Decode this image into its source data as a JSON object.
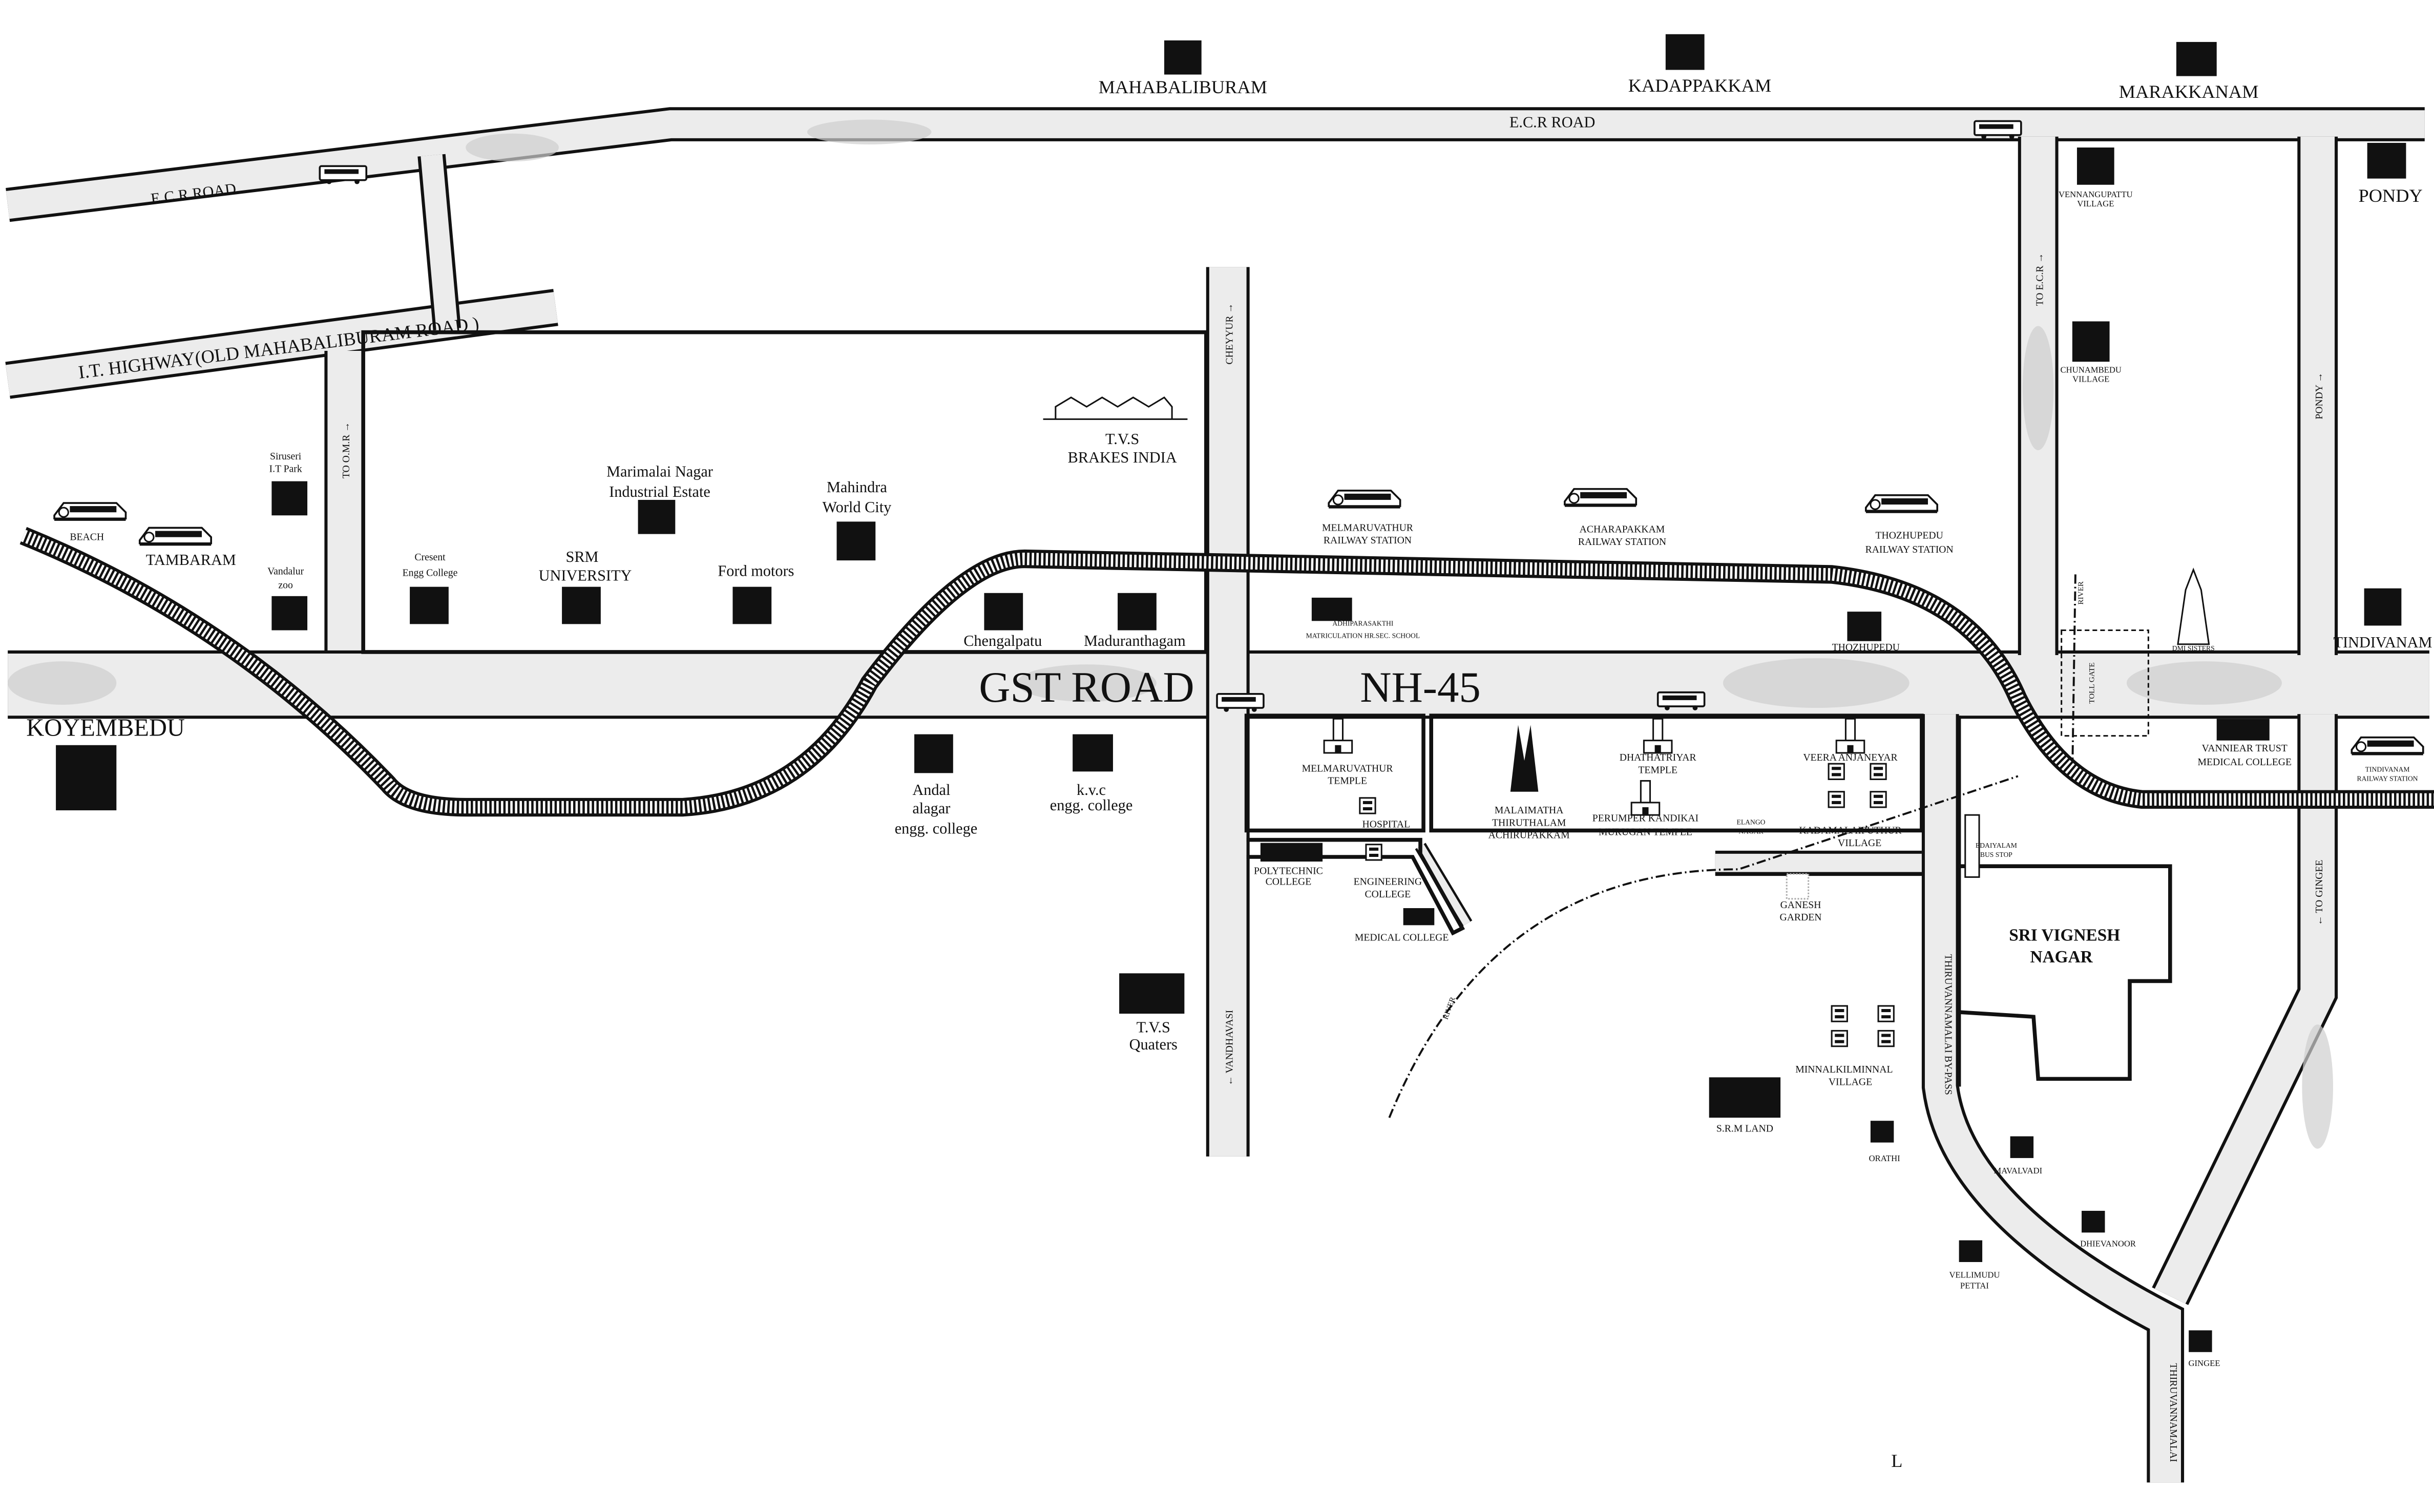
{
  "roads": {
    "ecr_left": "E.C.R ROAD",
    "ecr_top": "E.C.R ROAD",
    "it_highway": "I.T. HIGHWAY(OLD MAHABALIBURAM  ROAD )",
    "to_omr": "TO O.M.R →",
    "cheyyur": "CHEYYUR →",
    "vandhavasi": "← VANDHAVASI",
    "gst": "GST ROAD",
    "nh45": "NH-45",
    "to_ecr": "TO E.C.R →",
    "pondy_road": "PONDY →",
    "to_gingee": "← TO GINGEE",
    "thiruvannamalai_bypass": "THIRUVANNAMALAI  BY-PASS",
    "thiruvannamalai": "THIRUVANNAMALAI",
    "river": "RIVER",
    "river2": "RIVER",
    "toll_gate": "TOLL GATE"
  },
  "places": {
    "mahabaliburam": "MAHABALIBURAM",
    "kadappakkam": "KADAPPAKKAM",
    "marakkanam": "MARAKKANAM",
    "vennangupattu": [
      "VENNANGUPATTU",
      "VILLAGE"
    ],
    "pondy": "PONDY",
    "chunambedu": [
      "CHUNAMBEDU",
      "VILLAGE"
    ],
    "tindivanam": "TINDIVANAM",
    "siruseri": [
      "Siruseri",
      "I.T Park"
    ],
    "vandalur": [
      "Vandalur",
      "zoo"
    ],
    "marimalai": [
      "Marimalai Nagar",
      "Industrial Estate"
    ],
    "mahindra": [
      "Mahindra",
      "World City"
    ],
    "cresent": [
      "Cresent",
      "Engg College"
    ],
    "srm": [
      "SRM",
      "UNIVERSITY"
    ],
    "ford": "Ford motors",
    "chengalpatu": "Chengalpatu",
    "maduranthagam": "Maduranthagam",
    "tvs_brakes": [
      "T.V.S",
      "BRAKES INDIA"
    ],
    "koyembedu": "KOYEMBEDU",
    "beach": "BEACH",
    "tambaram": "TAMBARAM",
    "andal": [
      "Andal",
      "alagar",
      "engg. college"
    ],
    "kvc": [
      "k.v.c",
      "engg. college"
    ],
    "melmaruvathur_rs": [
      "MELMARUVATHUR",
      "RAILWAY STATION"
    ],
    "acharapakkam_rs": [
      "ACHARAPAKKAM",
      "RAILWAY STATION"
    ],
    "thozhupedu_rs": [
      "THOZHUPEDU",
      "RAILWAY STATION"
    ],
    "thozhupedu": "THOZHUPEDU",
    "adhiparasakthi": [
      "ADHIPARASAKTHI",
      "MATRICULATION HR.SEC. SCHOOL"
    ],
    "melmaruvathur_temple": [
      "MELMARUVATHUR",
      "TEMPLE"
    ],
    "hospital": "HOSPITAL",
    "polytechnic": [
      "POLYTECHNIC",
      "COLLEGE"
    ],
    "engineering": [
      "ENGINEERING",
      "COLLEGE"
    ],
    "medical": "MEDICAL COLLEGE",
    "malaimatha": [
      "MALAIMATHA",
      "THIRUTHALAM",
      "ACHIRUPAKKAM"
    ],
    "dhathatriyar": [
      "DHATHATRIYAR",
      "TEMPLE"
    ],
    "perumper": [
      "PERUMPER KANDIKAI",
      "MURUGAN TEMPLE"
    ],
    "elango": [
      "ELANGO",
      "NAGAR"
    ],
    "veera": "VEERA ANJANEYAR",
    "kadamalaiputhur": [
      "KADAMALAIPUTHUR",
      "VILLAGE"
    ],
    "ganesh": [
      "GANESH",
      "GARDEN"
    ],
    "tvs_quaters": [
      "T.V.S",
      "Quaters"
    ],
    "sri_vignesh": [
      "SRI VIGNESH",
      "NAGAR"
    ],
    "srm_land": "S.R.M LAND",
    "minnal": [
      "MINNALKILMINNAL",
      "VILLAGE"
    ],
    "orathi": "ORATHI",
    "mavalvadi": "MAVALVADI",
    "dhievanoor": "DHIEVANOOR",
    "vellimudu": [
      "VELLIMUDU",
      "PETTAI"
    ],
    "gingee": "GINGEE",
    "edaiyalam": [
      "EDAIYALAM",
      "BUS STOP"
    ],
    "vanniear": [
      "VANNIEAR TRUST",
      "MEDICAL COLLEGE"
    ],
    "tindivanam_rs": [
      "TINDIVANAM",
      "RAILWAY STATION"
    ],
    "dmi": "DMI SISTERS",
    "stray_l": "L"
  },
  "colors": {
    "ink": "#111111",
    "road_fill": "#ececec",
    "highlight": "#cfcfcf"
  }
}
